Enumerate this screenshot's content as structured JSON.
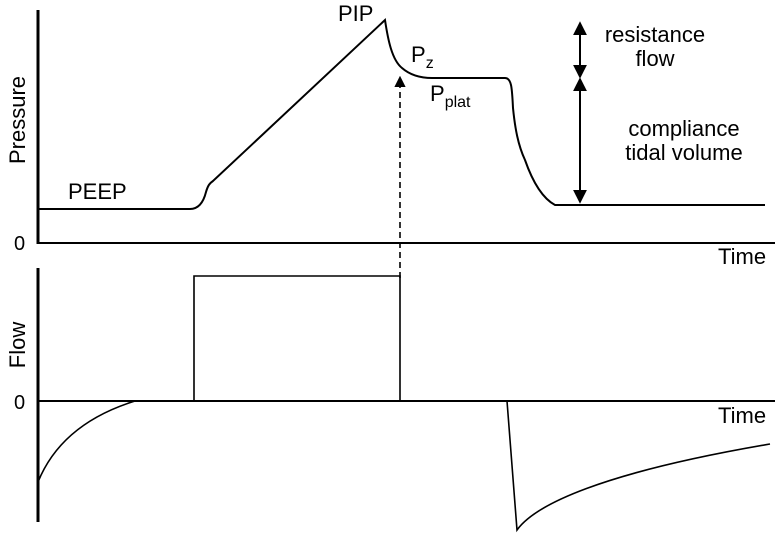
{
  "pressure_panel": {
    "ylabel": "Pressure",
    "zero_label": "0",
    "xlabel": "Time",
    "labels": {
      "peep": "PEEP",
      "pip": "PIP",
      "pz_main": "P",
      "pz_sub": "z",
      "pplat_main": "P",
      "pplat_sub": "plat",
      "resistance_line1": "resistance",
      "resistance_line2": "flow",
      "compliance_line1": "compliance",
      "compliance_line2": "tidal volume"
    }
  },
  "flow_panel": {
    "ylabel": "Flow",
    "zero_label": "0",
    "xlabel": "Time"
  },
  "colors": {
    "line": "#000000",
    "background": "#ffffff"
  }
}
